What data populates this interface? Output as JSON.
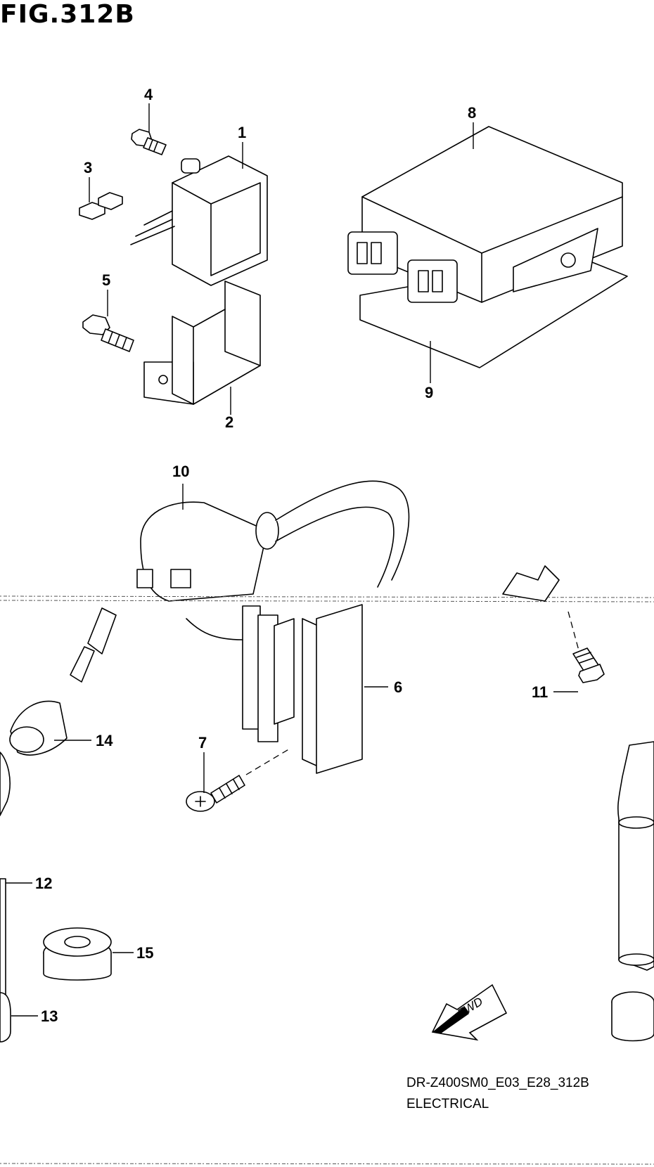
{
  "figure": {
    "title": "FIG.312B"
  },
  "callouts": {
    "c1": "1",
    "c2": "2",
    "c3": "3",
    "c4": "4",
    "c5": "5",
    "c6": "6",
    "c7": "7",
    "c8": "8",
    "c9": "9",
    "c10": "10",
    "c11": "11",
    "c12": "12",
    "c13": "13",
    "c14": "14",
    "c15": "15"
  },
  "direction_marker": "FWD",
  "footer": {
    "code": "DR-Z400SM0_E03_E28_312B",
    "label": "ELECTRICAL"
  }
}
